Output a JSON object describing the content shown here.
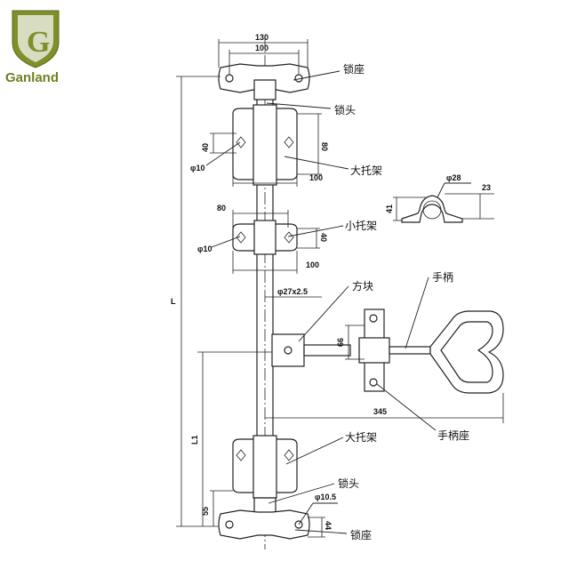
{
  "brand": {
    "name": "Ganland"
  },
  "dims": {
    "w130": "130",
    "w100_top": "100",
    "L": "L",
    "h80": "80",
    "h40_big": "40",
    "phi10_big": "φ10",
    "w100_big": "100",
    "w80_small": "80",
    "h40_small": "40",
    "phi10_small": "φ10",
    "w100_small": "100",
    "pipe": "φ27x2.5",
    "h66": "66",
    "w345": "345",
    "L1": "L1",
    "h55": "55",
    "phi10_5": "φ10.5",
    "h44": "44",
    "phi28": "φ28",
    "w23": "23",
    "h41": "41"
  },
  "labels": {
    "lock_seat_top": "锁座",
    "lock_head_top": "锁头",
    "big_bracket_top": "大托架",
    "small_bracket": "小托架",
    "square_block": "方块",
    "handle": "手柄",
    "handle_seat": "手柄座",
    "big_bracket_bottom": "大托架",
    "lock_head_bottom": "锁头",
    "lock_seat_bottom": "锁座"
  }
}
